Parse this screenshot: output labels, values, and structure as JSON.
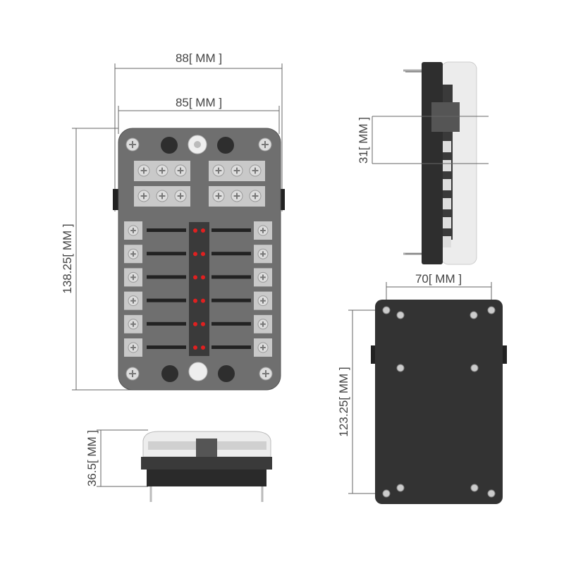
{
  "dimensions": {
    "top_width_outer": "88[ MM ]",
    "top_width_inner": "85[ MM ]",
    "top_height": "138.25[ MM ]",
    "side_spacing": "31[ MM ]",
    "bottom_width": "70[ MM ]",
    "bottom_height": "123.25[ MM ]",
    "front_height": "36.5[ MM ]"
  },
  "fuse_rows": 6,
  "colors": {
    "body": "#6f6f6f",
    "dark": "#2e2e2e",
    "terminal": "#c9c9c9",
    "led": "#e02020",
    "cover": "#e8e8e8"
  }
}
